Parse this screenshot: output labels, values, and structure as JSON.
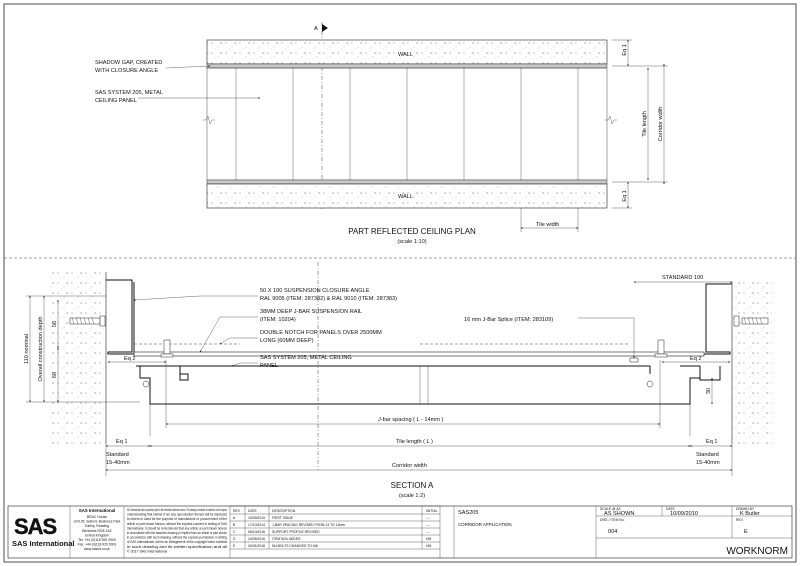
{
  "plan": {
    "section_marker": "A",
    "wall_top": "WALL",
    "wall_bottom": "WALL",
    "callout_shadow_gap": [
      "SHADOW GAP, CREATED",
      "WITH CLOSURE ANGLE"
    ],
    "callout_panel": [
      "SAS SYSTEM 205, METAL",
      "CEILING PANEL"
    ],
    "dim_eq_top": "Eq 1",
    "dim_eq_bottom": "Eq 1",
    "dim_tile_length": "Tile length",
    "dim_corridor_width": "Corridor width",
    "dim_tile_width": "Tile width",
    "title": "PART REFLECTED CEILING PLAN",
    "scale": "(scale 1:10)"
  },
  "section": {
    "callout_closure": [
      "50 X 100 SUSPENSION CLOSURE ANGLE",
      "RAL 9005 (ITEM: 287382) & RAL 9010 (ITEM: 287383)"
    ],
    "callout_jbar": [
      "38MM DEEP J-BAR SUSPENSION RAIL",
      "(ITEM: 10204)"
    ],
    "callout_notch": [
      "DOUBLE NOTCH FOR PANELS OVER 2500MM",
      "LONG (60MM DEEP)"
    ],
    "callout_panel": [
      "SAS SYSTEM 205, METAL CEILING",
      "PANEL"
    ],
    "callout_splice": "16 mm J-Bar Splice  (ITEM: 283109)",
    "standard_100": "STANDARD 100",
    "dim_50": "50",
    "dim_60": "60",
    "dim_30": "30",
    "dim_110": "110 nominal",
    "dim_overall": "Overall construction depth",
    "eq2_left": "Eq 2",
    "eq2_right": "Eq 2",
    "jbar_spacing": "J-bar spacing ( L - 14mm )",
    "tile_length": "Tile length ( L )",
    "eq1_left": "Eq 1",
    "eq1_right": "Eq 1",
    "standard_left": [
      "Standard",
      "15-40mm"
    ],
    "standard_right": [
      "Standard",
      "15-40mm"
    ],
    "corridor_width": "Corridor width",
    "title": "SECTION A",
    "scale": "(scale 1:2)"
  },
  "titleblock": {
    "logo_text": "SAS International",
    "company": {
      "name": "SAS International",
      "lines": [
        "BRAC House",
        "Unit 25, Suttons Business Park",
        "Earley, Reading",
        "Berkshire RG6 1AZ",
        "United Kingdom",
        "Tel: +44 (0)118 929 0900",
        "Fax: +44 (0)118 929 0901",
        "www.sasint.co.uk"
      ]
    },
    "disclaimer_lines": [
      "SAS International claims proprietary rights in the information disclosed hereon. This drawing is furnished in confidence on the express",
      "understanding that neither it nor any reproduction thereof will be disclosed",
      "to others or used for the purpose of manufacture or procurement of the",
      "article or part shown hereon, without the express consent in writing of SAS",
      "International. It should be remembered that any article or part shown hereon",
      "in accordance with the attached drawing or implied from an article or part shown",
      "in accordance with such drawing, without the express permission in writing",
      "of SAS International, will be an infringement of the copyright which subsists",
      "in such drawing and its written specification and all",
      "© 2017 SAS International"
    ],
    "rev_headers": [
      "REV",
      "DATE",
      "DESCRIPTION",
      "INITIAL"
    ],
    "revisions": [
      {
        "rev": "A",
        "date": "10/09/2010",
        "desc": "FIRST ISSUE",
        "initial": "---"
      },
      {
        "rev": "B",
        "date": "17/10/2014",
        "desc": "J-BAR SPACING REVISED FROM 13 TO 14mm",
        "initial": "---"
      },
      {
        "rev": "C",
        "date": "05/10/2016",
        "desc": "SUPPORT PROFILE REVISED",
        "initial": "---"
      },
      {
        "rev": "D",
        "date": "24/05/2016",
        "desc": "ITEM NOs ADDED",
        "initial": "HM"
      },
      {
        "rev": "E",
        "date": "20/01/2016",
        "desc": "M4 BOLTS CHANGED TO M6",
        "initial": "HM"
      }
    ],
    "title_code": "SAS205",
    "title_desc": "CORRIDOR APPLICATION",
    "scale_label": "SCALE @ A3",
    "scale_value": "AS SHOWN",
    "date_label": "DATE",
    "date_value": "10/09/2010",
    "drawn_label": "DRAWN BY",
    "drawn_value": "K Butler",
    "dwg_label": "DRG / ITEM No.",
    "dwg_value": "004",
    "rev_label": "REV",
    "rev_value": "E",
    "brand": "WORKNORM"
  }
}
